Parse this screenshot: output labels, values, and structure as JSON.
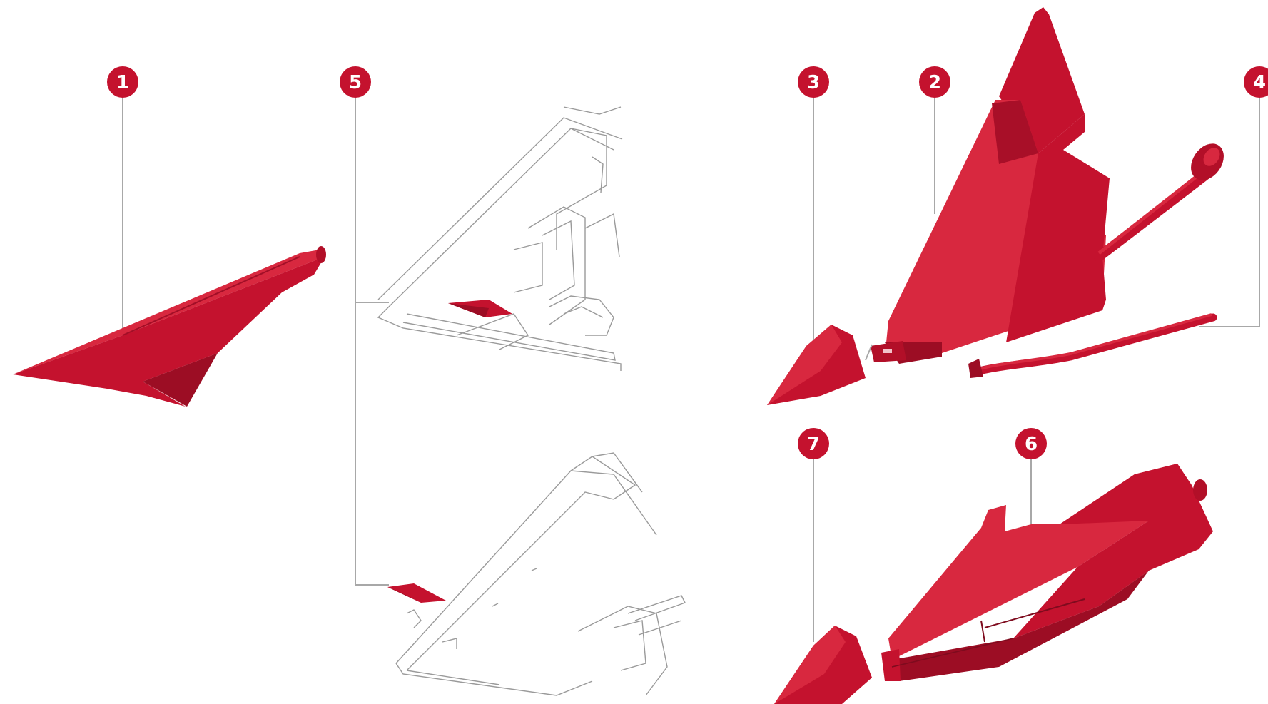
{
  "colors": {
    "part_red": "#c4122e",
    "part_red_dark": "#9c0d24",
    "part_red_light": "#d8283f",
    "leader_line": "#a8a8a8",
    "sketch_line": "#9a9a9a",
    "marker_fill": "#c4122e",
    "marker_text": "#ffffff"
  },
  "markers": [
    {
      "id": "marker-1",
      "label": "1"
    },
    {
      "id": "marker-5",
      "label": "5"
    },
    {
      "id": "marker-3",
      "label": "3"
    },
    {
      "id": "marker-2",
      "label": "2"
    },
    {
      "id": "marker-4",
      "label": "4"
    },
    {
      "id": "marker-7",
      "label": "7"
    },
    {
      "id": "marker-6",
      "label": "6"
    }
  ]
}
